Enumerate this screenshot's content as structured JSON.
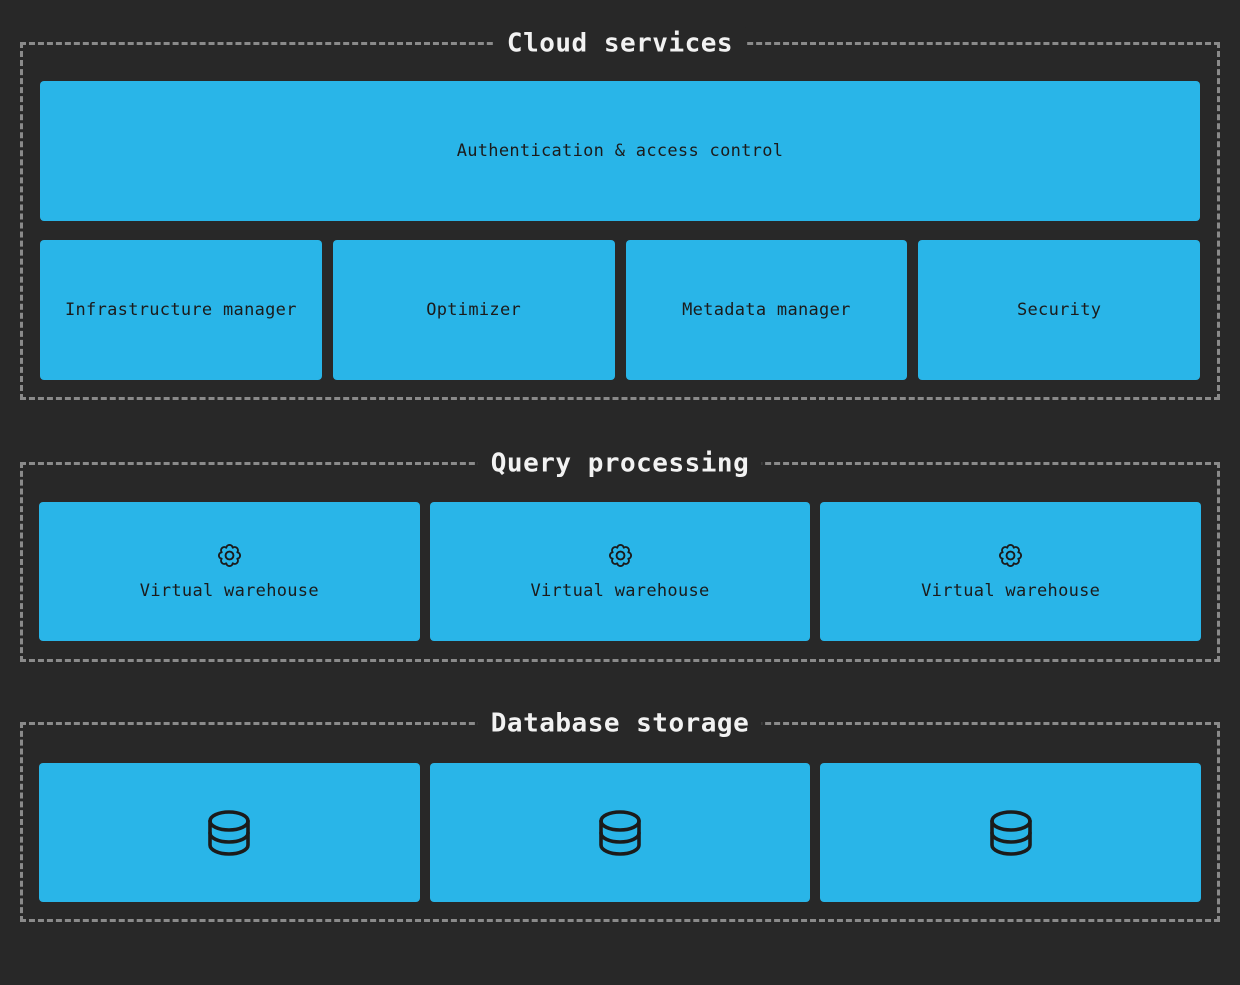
{
  "page": {
    "background_color": "#282828",
    "accent_color": "#29b5e8",
    "dash_border_color": "#8a8a8a",
    "box_text_color": "#1b1b1b",
    "title_text_color": "#f2f2f2"
  },
  "sections": {
    "cloud": {
      "title": "Cloud services",
      "auth_box_label": "Authentication & access control",
      "boxes": [
        "Infrastructure manager",
        "Optimizer",
        "Metadata manager",
        "Security"
      ]
    },
    "query": {
      "title": "Query processing",
      "icon": "gear-icon",
      "warehouses": [
        "Virtual warehouse",
        "Virtual warehouse",
        "Virtual warehouse"
      ]
    },
    "storage": {
      "title": "Database storage",
      "icon": "database-icon",
      "database_count": 3
    }
  }
}
